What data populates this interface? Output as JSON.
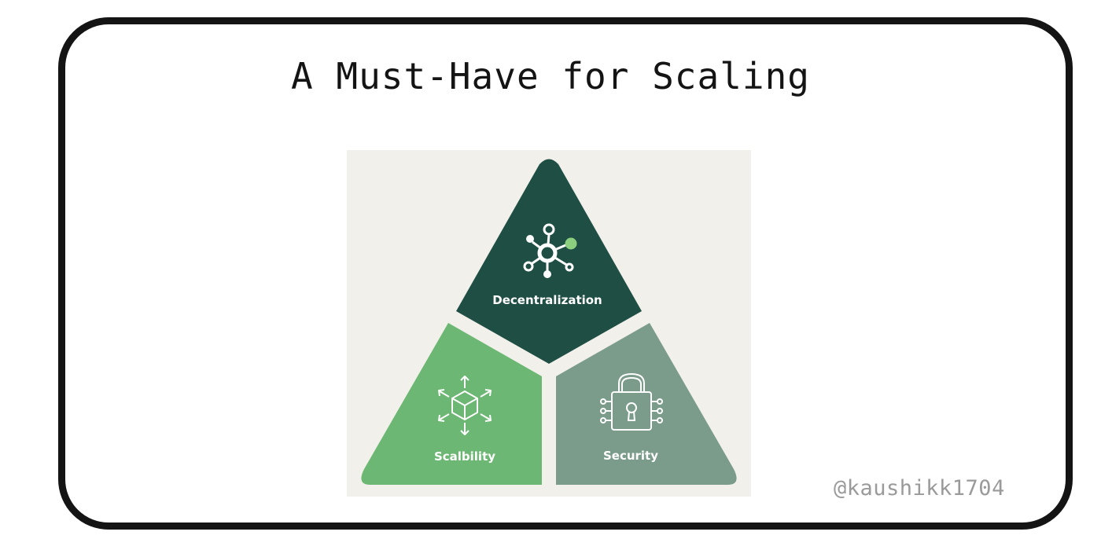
{
  "title": "A Must-Have for Scaling",
  "diagram": {
    "segments": [
      {
        "label": "Decentralization",
        "icon": "network-hub-icon",
        "color": "#1f4e44"
      },
      {
        "label": "Scalbility",
        "icon": "expanding-cube-icon",
        "color": "#6cb773"
      },
      {
        "label": "Security",
        "icon": "padlock-circuit-icon",
        "color": "#7b9b8b"
      }
    ],
    "accent_color": "#8ccf7e"
  },
  "handle": "@kaushikk1704"
}
